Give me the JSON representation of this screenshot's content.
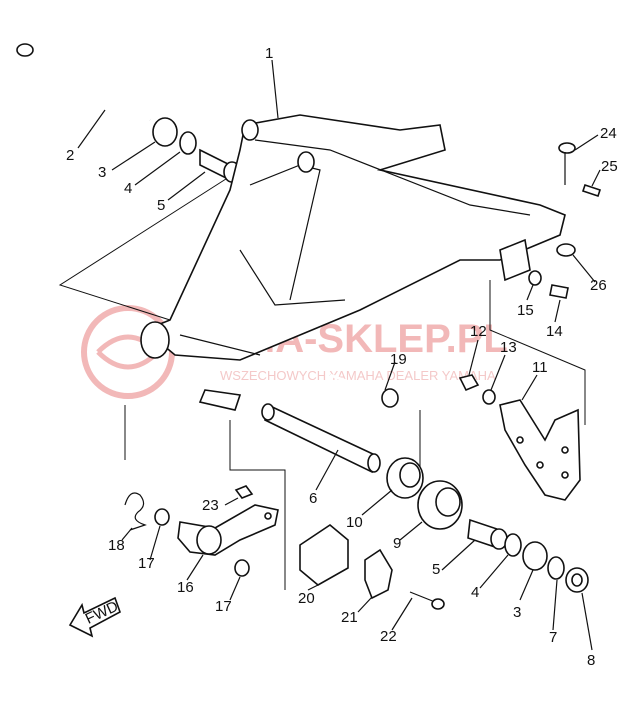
{
  "watermark": {
    "text": "YAMA-SKLEP.PL",
    "subtext": "WSZECHOWYCH YAMAHA DEALER YAMAHA"
  },
  "fwd_label": "FWD",
  "callouts": [
    {
      "id": "c1",
      "text": "1"
    },
    {
      "id": "c2",
      "text": "2"
    },
    {
      "id": "c3a",
      "text": "3"
    },
    {
      "id": "c4a",
      "text": "4"
    },
    {
      "id": "c5a",
      "text": "5"
    },
    {
      "id": "c24",
      "text": "24"
    },
    {
      "id": "c25",
      "text": "25"
    },
    {
      "id": "c26",
      "text": "26"
    },
    {
      "id": "c15",
      "text": "15"
    },
    {
      "id": "c14",
      "text": "14"
    },
    {
      "id": "c12",
      "text": "12"
    },
    {
      "id": "c13",
      "text": "13"
    },
    {
      "id": "c11",
      "text": "11"
    },
    {
      "id": "c19",
      "text": "19"
    },
    {
      "id": "c6",
      "text": "6"
    },
    {
      "id": "c10",
      "text": "10"
    },
    {
      "id": "c9",
      "text": "9"
    },
    {
      "id": "c5b",
      "text": "5"
    },
    {
      "id": "c4b",
      "text": "4"
    },
    {
      "id": "c3b",
      "text": "3"
    },
    {
      "id": "c7",
      "text": "7"
    },
    {
      "id": "c8",
      "text": "8"
    },
    {
      "id": "c23",
      "text": "23"
    },
    {
      "id": "c18",
      "text": "18"
    },
    {
      "id": "c17a",
      "text": "17"
    },
    {
      "id": "c16",
      "text": "16"
    },
    {
      "id": "c17b",
      "text": "17"
    },
    {
      "id": "c20",
      "text": "20"
    },
    {
      "id": "c21",
      "text": "21"
    },
    {
      "id": "c22",
      "text": "22"
    }
  ]
}
